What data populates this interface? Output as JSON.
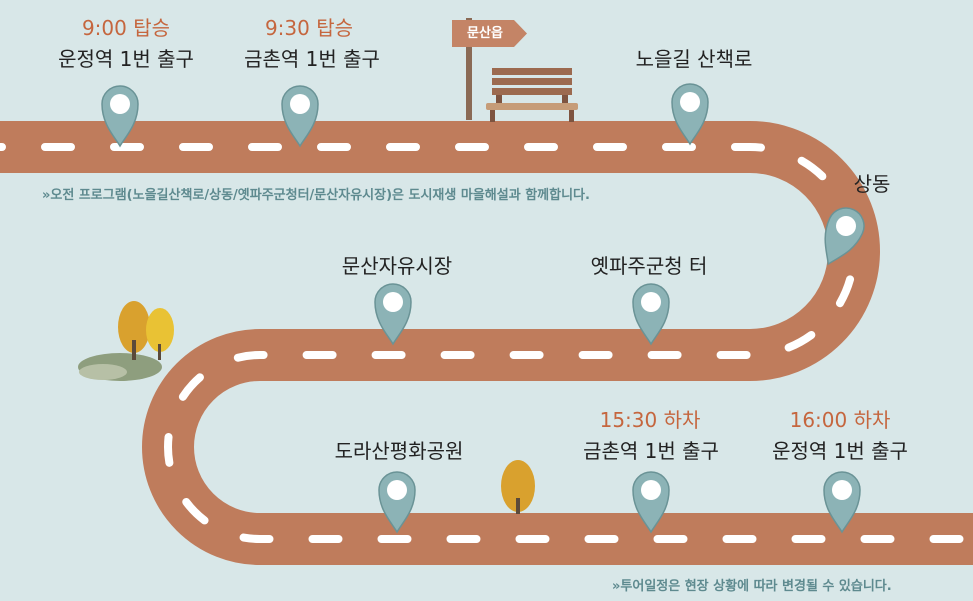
{
  "stops": [
    {
      "id": "unjeong-start",
      "time": "9:00 탑승",
      "name": "운정역 1번 출구"
    },
    {
      "id": "geumchon-start",
      "time": "9:30 탑승",
      "name": "금촌역 1번 출구"
    },
    {
      "id": "noeulgil",
      "time": "",
      "name": "노을길 산책로"
    },
    {
      "id": "sangdong",
      "time": "",
      "name": "상동"
    },
    {
      "id": "munsan-market",
      "time": "",
      "name": "문산자유시장"
    },
    {
      "id": "paju-office",
      "time": "",
      "name": "옛파주군청 터"
    },
    {
      "id": "dorasan",
      "time": "",
      "name": "도라산평화공원"
    },
    {
      "id": "geumchon-end",
      "time": "15:30 하차",
      "name": "금촌역 1번 출구"
    },
    {
      "id": "unjeong-end",
      "time": "16:00 하차",
      "name": "운정역 1번 출구"
    }
  ],
  "signpost": "문산읍",
  "notes": {
    "morning": "»오전 프로그램(노을길산책로/상동/옛파주군청터/문산자유시장)은 도시재생 마을해설과 함께합니다.",
    "schedule": "»투어일정은 현장 상황에 따라 변경될 수 있습니다."
  },
  "colors": {
    "background": "#d8e7e8",
    "road": "#bf7c5c",
    "pin": "#8cb3b6",
    "time_text": "#c5663e",
    "note_text": "#5e8a8f"
  }
}
